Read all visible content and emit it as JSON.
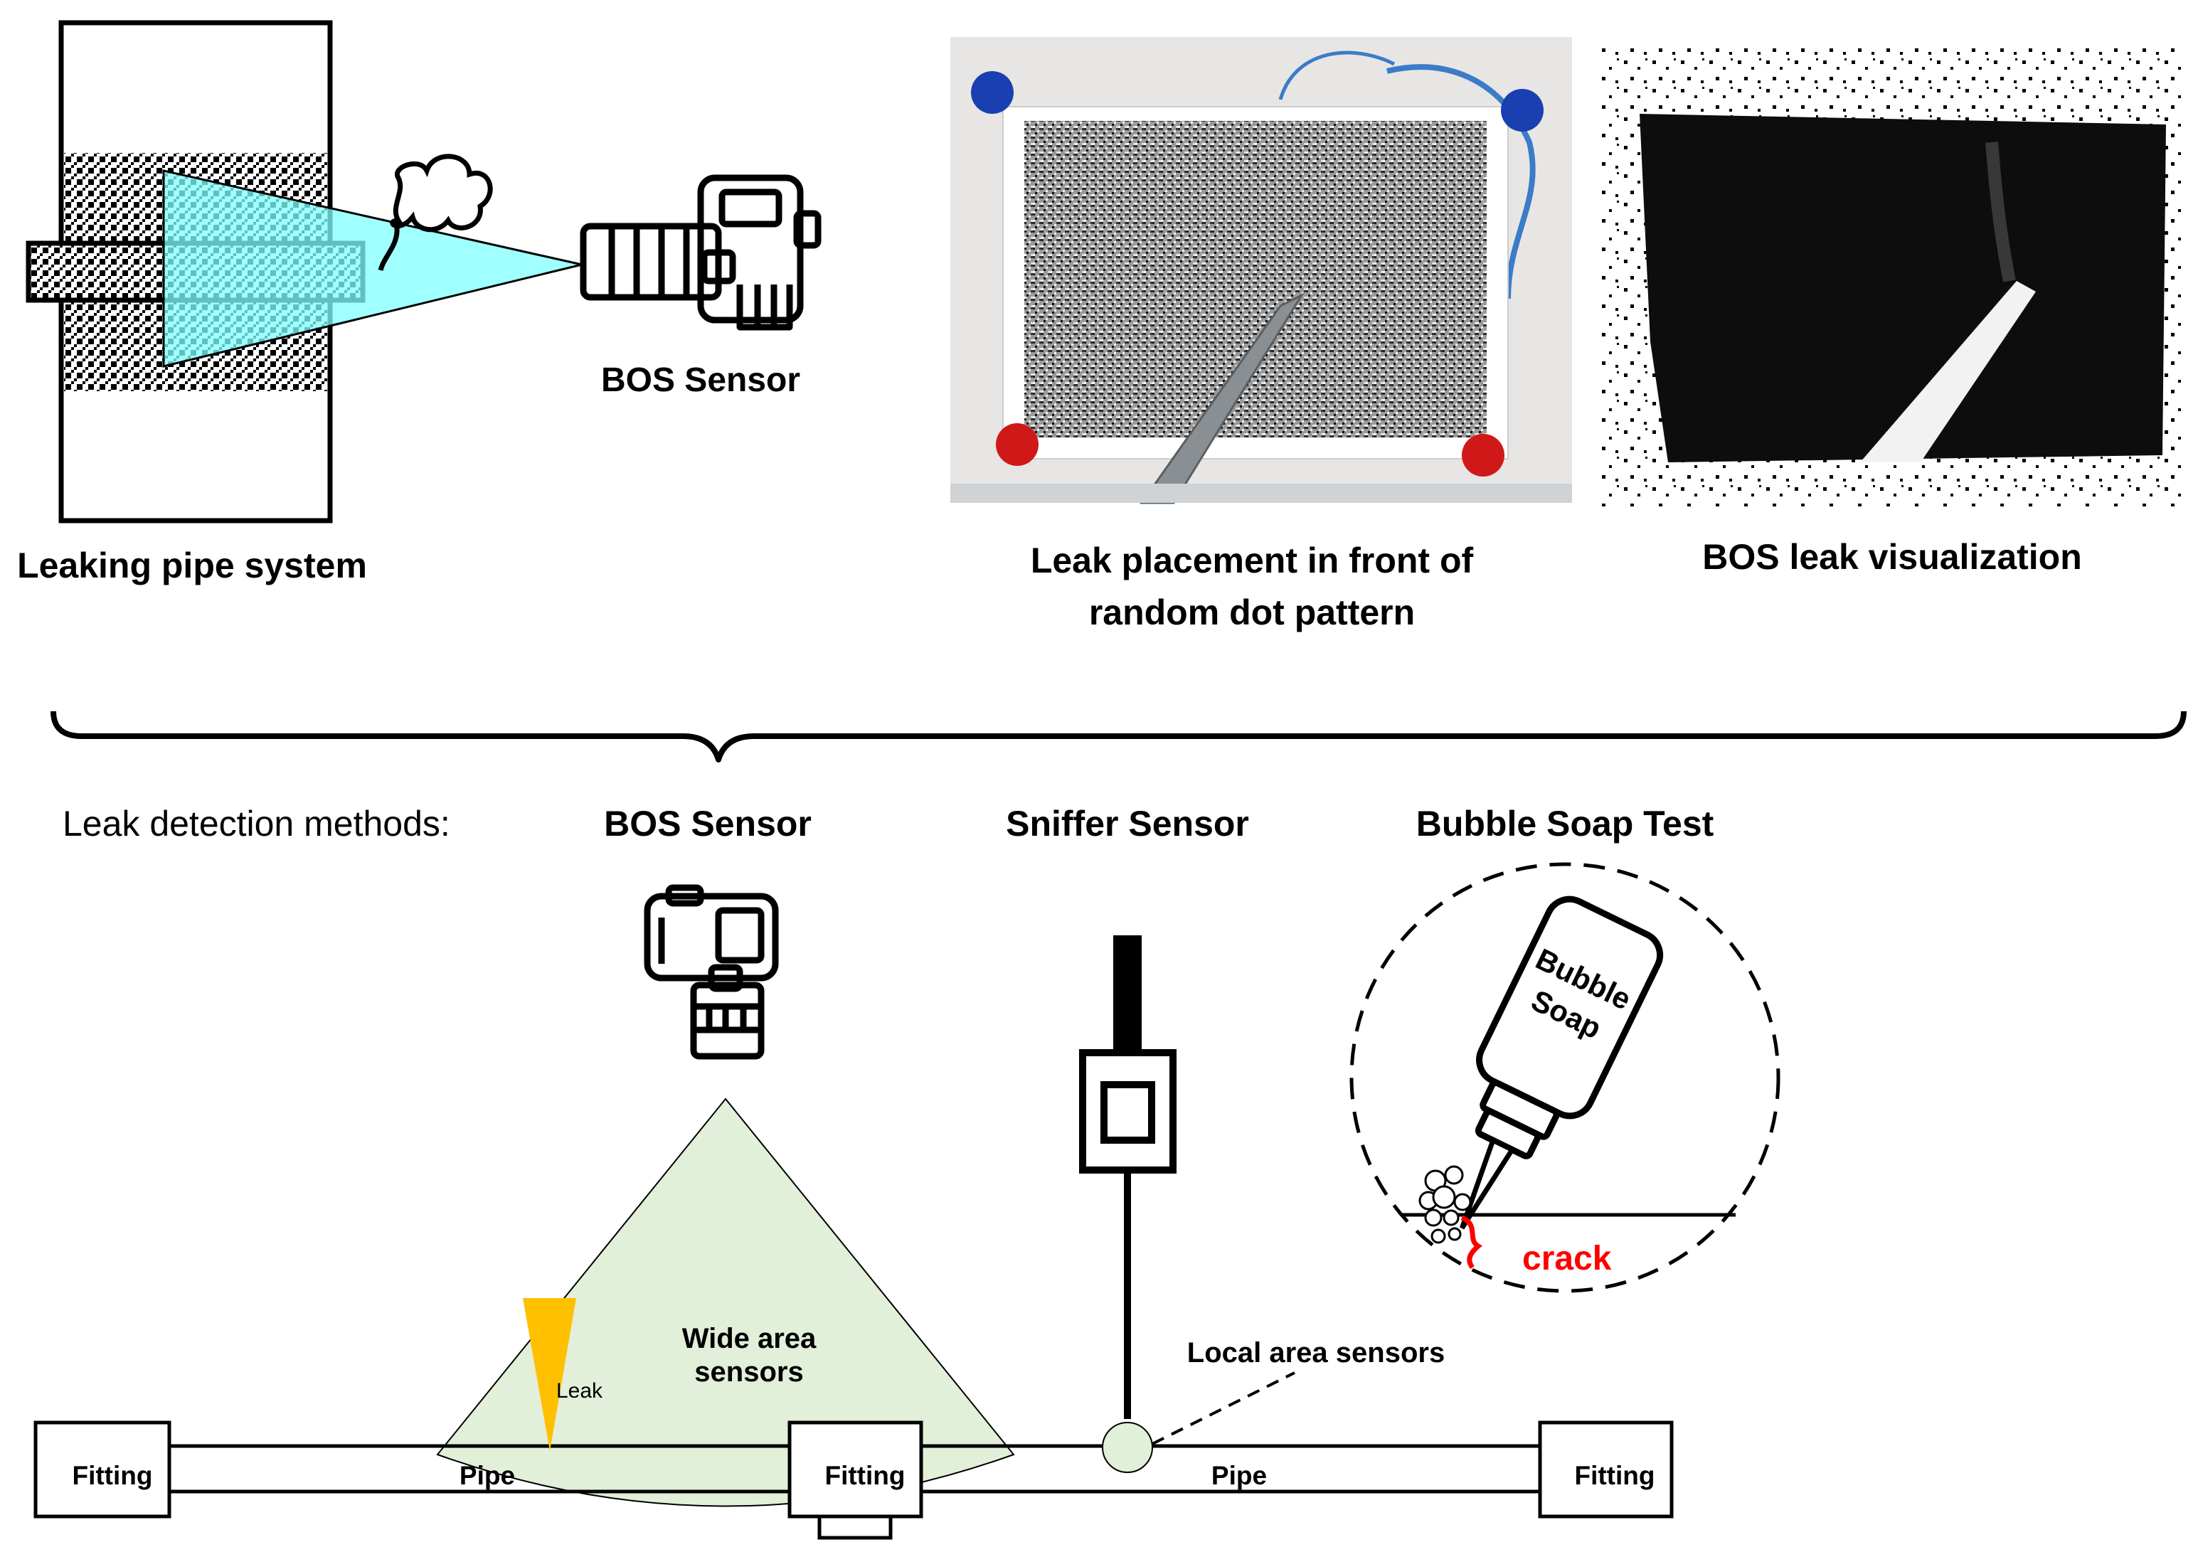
{
  "top": {
    "leaking_pipe_label": "Leaking pipe system",
    "bos_sensor_label": "BOS Sensor",
    "leak_placement_label_line1": "Leak placement in front of",
    "leak_placement_label_line2": "random dot pattern",
    "bos_visualization_label": "BOS leak visualization"
  },
  "bottom": {
    "methods_label": "Leak detection methods:",
    "method_bos": "BOS Sensor",
    "method_sniffer": "Sniffer Sensor",
    "method_bubble": "Bubble Soap Test",
    "bottle_line1": "Bubble",
    "bottle_line2": "Soap",
    "crack_label": "crack",
    "wide_area_line1": "Wide area",
    "wide_area_line2": "sensors",
    "leak_label": "Leak",
    "local_area_label": "Local area sensors",
    "fitting_left": "Fitting",
    "fitting_middle": "Fitting",
    "fitting_right": "Fitting",
    "pipe_left": "Pipe",
    "pipe_right": "Pipe"
  },
  "colors": {
    "cone_fill": "#80ffff",
    "wide_area_fill": "#e2efd9",
    "leak_fill": "#ffc000",
    "crack_color": "#ff0000"
  }
}
